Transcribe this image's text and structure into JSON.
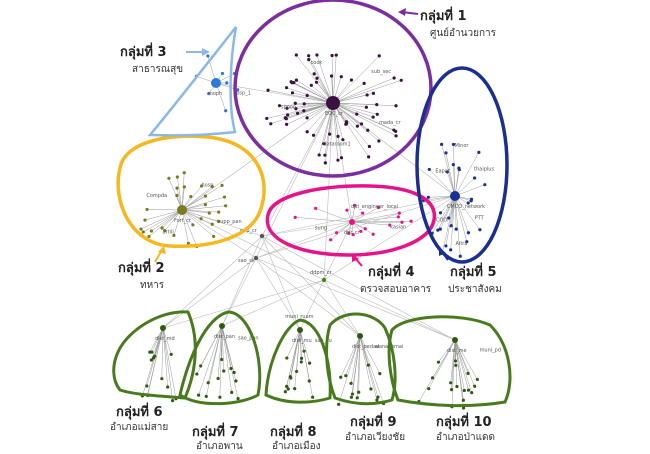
{
  "groups": [
    {
      "id": "g1",
      "title": "กลุ่มที่ 1",
      "subtitle": "ศูนย์อำนวยการ",
      "color": "#7b2f9e",
      "node_color": "#3a1140",
      "hub": "EOC_cr",
      "nodes": [
        "mada_cr",
        "dataroom1",
        "spoon",
        "cook",
        "sub_sec"
      ]
    },
    {
      "id": "g2",
      "title": "กลุ่มที่ 2",
      "subtitle": "ทหาร",
      "color": "#f5b820",
      "node_color": "#7a7a1e",
      "hub": "Fort_cr",
      "nodes": [
        "supp_pan",
        "artill",
        "Compda",
        "hosp"
      ]
    },
    {
      "id": "g3",
      "title": "กลุ่มที่ 3",
      "subtitle": "สาธารณสุข",
      "color": "#7fb0e0",
      "node_color": "#2b7bd4",
      "hub": "moph",
      "nodes": [
        "hosp_1"
      ]
    },
    {
      "id": "g4",
      "title": "กลุ่มที่ 4",
      "subtitle": "ตรวจสอบอาคาร",
      "color": "#e6148a",
      "node_color": "#e6148a",
      "hub": "dpt_cr",
      "nodes": [
        "kasian",
        "sung",
        "dpt_engineer_local"
      ]
    },
    {
      "id": "g5",
      "title": "กลุ่มที่ 5",
      "subtitle": "ประชาสังคม",
      "color": "#1a2f8f",
      "node_color": "#1a2f8f",
      "hub": "CMCO_network",
      "nodes": [
        "PTT",
        "Aitra",
        "CODI",
        "Eapat",
        "Minor",
        "thaiplus"
      ]
    },
    {
      "id": "g6",
      "title": "กลุ่มที่ 6",
      "subtitle": "อำเภอแม่สาย",
      "color": "#4a7a1e",
      "node_color": "#2f5a10",
      "hub": "dist_md",
      "nodes": []
    },
    {
      "id": "g7",
      "title": "กลุ่มที่ 7",
      "subtitle": "อำเภอพาน",
      "color": "#4a7a1e",
      "node_color": "#2f5a10",
      "hub": "dist_pan",
      "nodes": [
        "sao_pan"
      ]
    },
    {
      "id": "g8",
      "title": "กลุ่มที่ 8",
      "subtitle": "อำเภอเมือง",
      "color": "#4a7a1e",
      "node_color": "#2f5a10",
      "hub": "dist_mu",
      "nodes": [
        "sao_su",
        "muni_ruam"
      ]
    },
    {
      "id": "g9",
      "title": "กลุ่มที่ 9",
      "subtitle": "อำเภอเวียงชัย",
      "color": "#4a7a1e",
      "node_color": "#2f5a10",
      "hub": "dist_pedad",
      "nodes": [
        "wanachmai"
      ]
    },
    {
      "id": "g10",
      "title": "กลุ่มที่ 10",
      "subtitle": "อำเภอป่าแดด",
      "color": "#4a7a1e",
      "node_color": "#2f5a10",
      "hub": "dist_me",
      "nodes": [
        "muni_pd"
      ]
    }
  ],
  "bridge_nodes": [
    "ddpm_cr",
    "ppp_cr",
    "sao_sk"
  ]
}
